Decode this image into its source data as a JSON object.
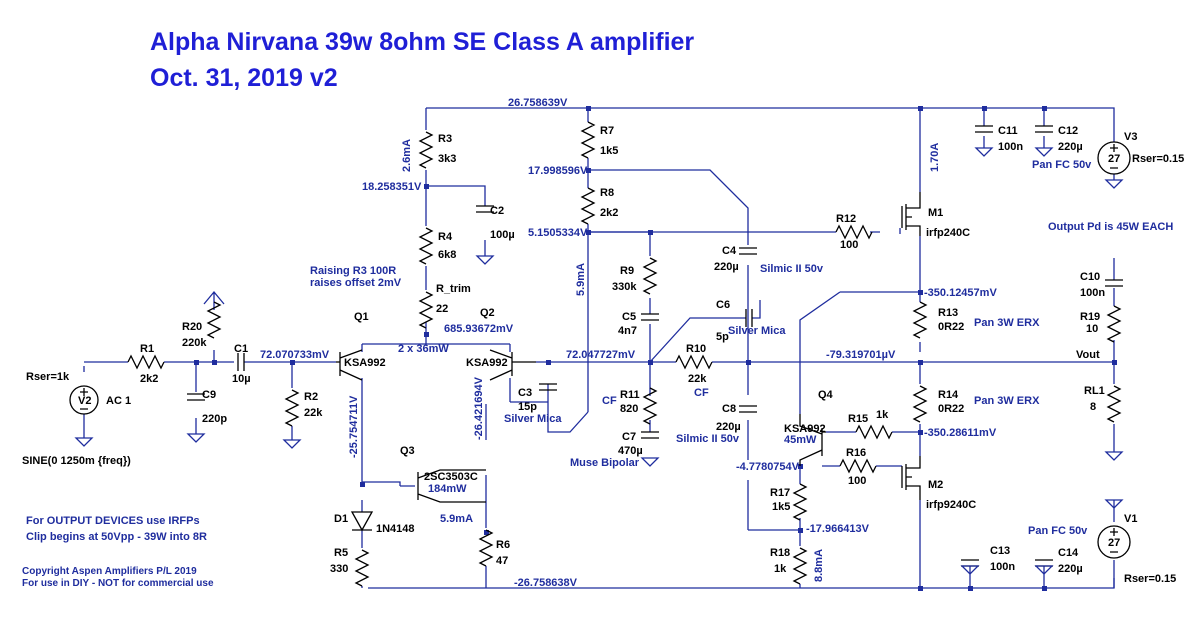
{
  "title": {
    "line1": "Alpha Nirvana 39w 8ohm SE Class A amplifier",
    "line2": "Oct. 31, 2019  v2"
  },
  "components": {
    "R1": {
      "name": "R1",
      "value": "2k2"
    },
    "R2": {
      "name": "R2",
      "value": "22k"
    },
    "R3": {
      "name": "R3",
      "value": "3k3"
    },
    "R4": {
      "name": "R4",
      "value": "6k8"
    },
    "R5": {
      "name": "R5",
      "value": "330"
    },
    "R6": {
      "name": "R6",
      "value": "47"
    },
    "R7": {
      "name": "R7",
      "value": "1k5"
    },
    "R8": {
      "name": "R8",
      "value": "2k2"
    },
    "R9": {
      "name": "R9",
      "value": "330k"
    },
    "R10": {
      "name": "R10",
      "value": "22k"
    },
    "R11": {
      "name": "R11",
      "value": "820"
    },
    "R12": {
      "name": "R12",
      "value": "100"
    },
    "R13": {
      "name": "R13",
      "value": "0R22"
    },
    "R14": {
      "name": "R14",
      "value": "0R22"
    },
    "R15": {
      "name": "R15",
      "value": "1k"
    },
    "R16": {
      "name": "R16",
      "value": "100"
    },
    "R17": {
      "name": "R17",
      "value": "1k5"
    },
    "R18": {
      "name": "R18",
      "value": "1k"
    },
    "R19": {
      "name": "R19",
      "value": "10"
    },
    "R20": {
      "name": "R20",
      "value": "220k"
    },
    "Rtrim": {
      "name": "R_trim",
      "value": "22"
    },
    "RL1": {
      "name": "RL1",
      "value": "8"
    },
    "C1": {
      "name": "C1",
      "value": "10µ"
    },
    "C2": {
      "name": "C2",
      "value": "100µ"
    },
    "C3": {
      "name": "C3",
      "value": "15p"
    },
    "C4": {
      "name": "C4",
      "value": "220µ"
    },
    "C5": {
      "name": "C5",
      "value": "4n7"
    },
    "C6": {
      "name": "C6",
      "value": "5p"
    },
    "C7": {
      "name": "C7",
      "value": "470µ"
    },
    "C8": {
      "name": "C8",
      "value": "220µ"
    },
    "C9": {
      "name": "C9",
      "value": "220p"
    },
    "C10": {
      "name": "C10",
      "value": "100n"
    },
    "C11": {
      "name": "C11",
      "value": "100n"
    },
    "C12": {
      "name": "C12",
      "value": "220µ"
    },
    "C13": {
      "name": "C13",
      "value": "100n"
    },
    "C14": {
      "name": "C14",
      "value": "220µ"
    },
    "Q1": {
      "name": "Q1",
      "value": "KSA992"
    },
    "Q2": {
      "name": "Q2",
      "value": "KSA992"
    },
    "Q3": {
      "name": "Q3",
      "value": "2SC3503C"
    },
    "Q4": {
      "name": "Q4",
      "value": "KSA992"
    },
    "M1": {
      "name": "M1",
      "value": "irfp240C"
    },
    "M2": {
      "name": "M2",
      "value": "irfp9240C"
    },
    "D1": {
      "name": "D1",
      "value": "1N4148"
    },
    "V1": {
      "name": "V1",
      "value": "27",
      "rser": "Rser=0.15"
    },
    "V2": {
      "name": "V2",
      "value": "AC 1",
      "rser": "Rser=1k",
      "source": "SINE(0 1250m {freq})"
    },
    "V3": {
      "name": "V3",
      "value": "27",
      "rser": "Rser=0.15"
    }
  },
  "nodes": {
    "vplus": "26.758639V",
    "vminus": "-26.758638V",
    "r3": "18.258351V",
    "r7": "17.998596V",
    "r8": "5.1505334V",
    "q2c": "685.93672mV",
    "inb": "72.070733mV",
    "fb": "72.047727mV",
    "out": "-79.319701µV",
    "m1s": "-350.12457mV",
    "m2s": "-350.28611mV",
    "q4b": "-4.7780754V",
    "r17": "-17.966413V",
    "q1c": "-25.754711V",
    "q2e": "-26.421694V"
  },
  "annotations": {
    "i_r3": "2.6mA",
    "i_r7": "5.9mA",
    "i_m1": "1.70A",
    "i_r18": "8.8mA",
    "i_q3": "5.9mA",
    "p_q12": "2 x 36mW",
    "p_q3": "184mW",
    "p_q4": "45mW",
    "raising1": "Raising  R3 100R",
    "raising2": "raises offset 2mV",
    "silver1": "Silver Mica",
    "silver2": "Silver Mica",
    "silmic1": "Silmic II 50v",
    "silmic2": "Silmic II 50v",
    "cf1": "CF",
    "cf2": "CF",
    "muse": "Muse Bipolar",
    "pancap1": "Pan FC 50v",
    "pancap2": "Pan FC 50v",
    "panres1": "Pan 3W ERX",
    "panres2": "Pan 3W ERX",
    "outpd": "Output Pd is 45W EACH",
    "vout": "Vout",
    "devices1": "For OUTPUT DEVICES use IRFPs",
    "devices2": "Clip begins at 50Vpp - 39W into 8R",
    "copy1": "Copyright Aspen Amplifiers P/L     2019",
    "copy2": "For use in DIY - NOT for commercial use"
  }
}
